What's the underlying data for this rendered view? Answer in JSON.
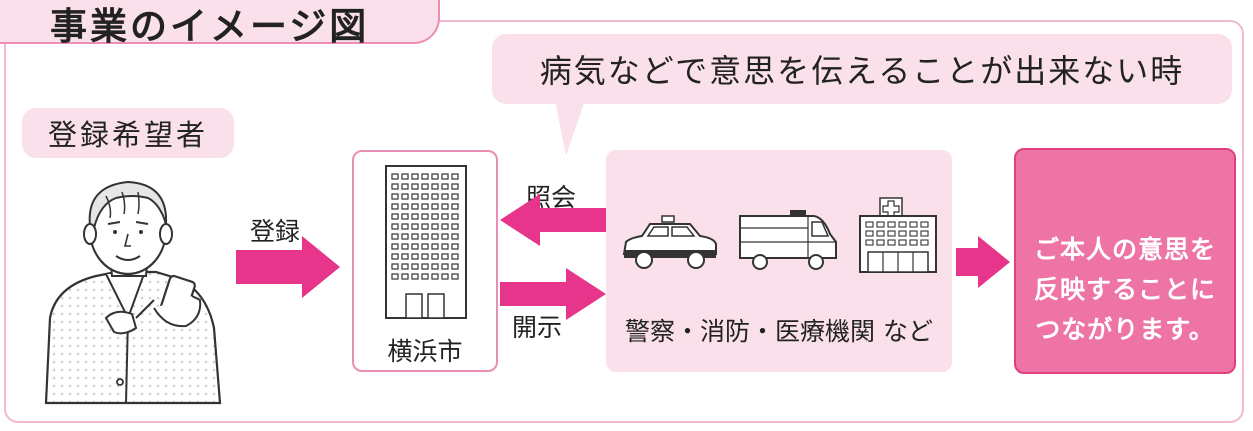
{
  "title": "事業のイメージ図",
  "situation": "病気などで意思を伝えることが出来ない時",
  "registrant": "登録希望者",
  "register_label": "登録",
  "city": "横浜市",
  "inquiry_label": "照会",
  "disclose_label": "開示",
  "agencies": "警察・消防・医療機関 など",
  "result": {
    "line1": "ご本人の意思を",
    "line2": "反映することに",
    "line3": "つながります。"
  },
  "colors": {
    "accent": "#e6358a",
    "light_pink": "#fae0eb",
    "result_fill": "#ee74a6"
  }
}
